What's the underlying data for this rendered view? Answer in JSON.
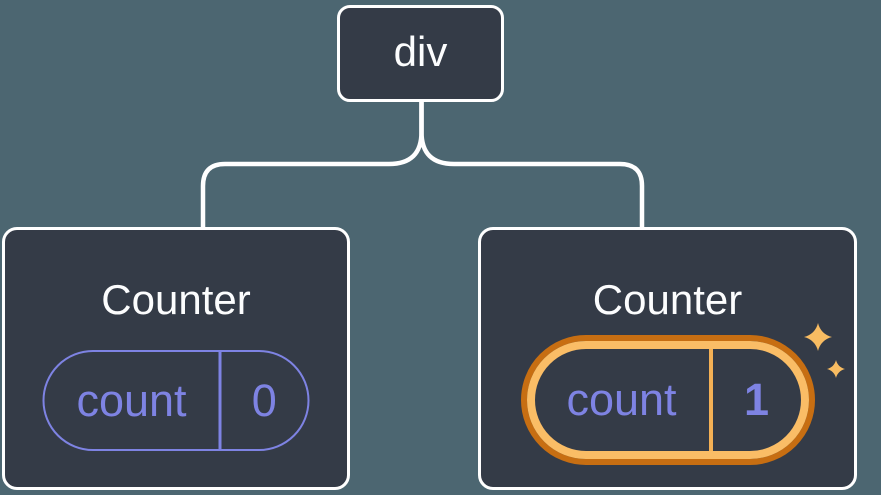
{
  "tree": {
    "root": {
      "label": "div"
    },
    "children": [
      {
        "title": "Counter",
        "state_key": "count",
        "state_value": "0",
        "highlighted": false
      },
      {
        "title": "Counter",
        "state_key": "count",
        "state_value": "1",
        "highlighted": true
      }
    ]
  },
  "icons": {
    "sparkles": "sparkles-icon",
    "connector": "tree-connector-lines"
  },
  "colors": {
    "background": "#4C6671",
    "node_fill": "#343B47",
    "node_border": "#FFFFFF",
    "connector": "#FFFFFF",
    "state_accent": "#7E83E3",
    "highlight_ring_outer": "#C76E12",
    "highlight_ring_inner": "#FABD66",
    "highlight_divider": "#F4B055",
    "sparkle": "#F8BC62",
    "title_color": "#FCFDFE"
  }
}
